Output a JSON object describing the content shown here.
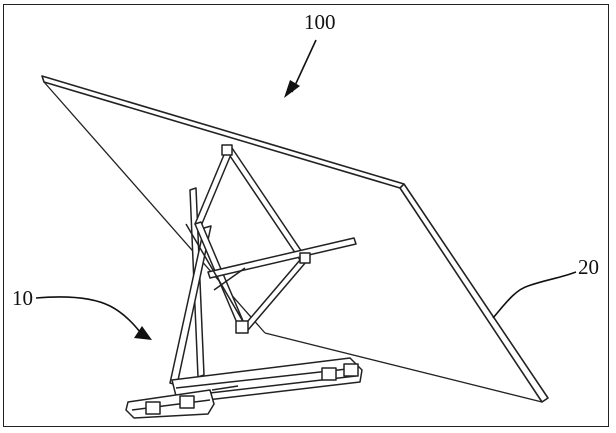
{
  "figure": {
    "labels": {
      "assembly": "100",
      "panel": "20",
      "support": "10"
    }
  }
}
